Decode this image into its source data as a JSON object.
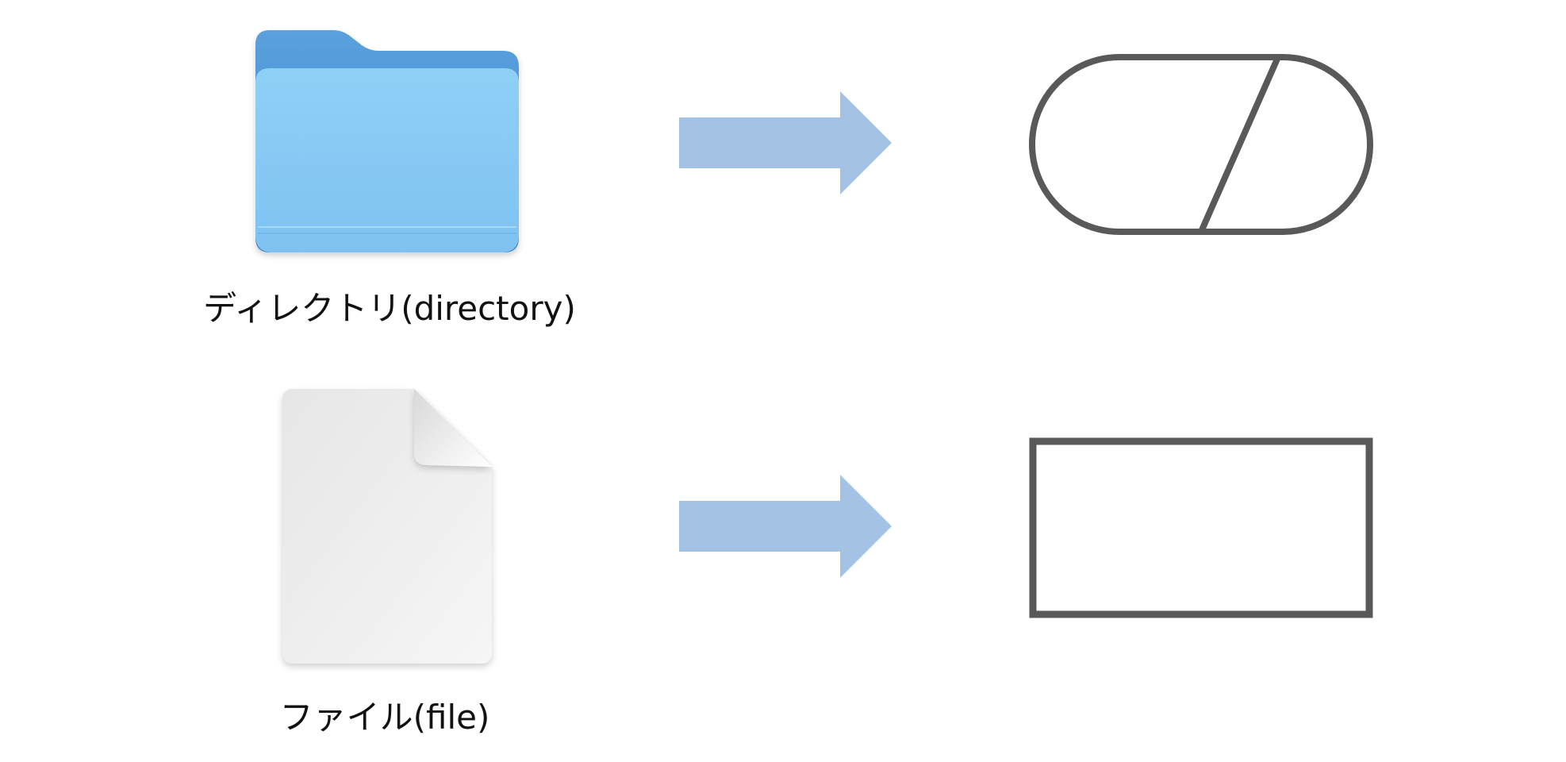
{
  "rows": [
    {
      "id": "directory",
      "icon": "folder-icon",
      "label": "ディレクトリ(directory)",
      "symbol": "slashed-rounded-rectangle"
    },
    {
      "id": "file",
      "icon": "document-icon",
      "label": "ファイル(file)",
      "symbol": "rectangle"
    }
  ],
  "colors": {
    "folder_front": "#8ccdf5",
    "folder_back": "#4a90d4",
    "arrow": "#a4c2e4",
    "symbol_stroke": "#595959",
    "document": "#f1f1f1"
  }
}
